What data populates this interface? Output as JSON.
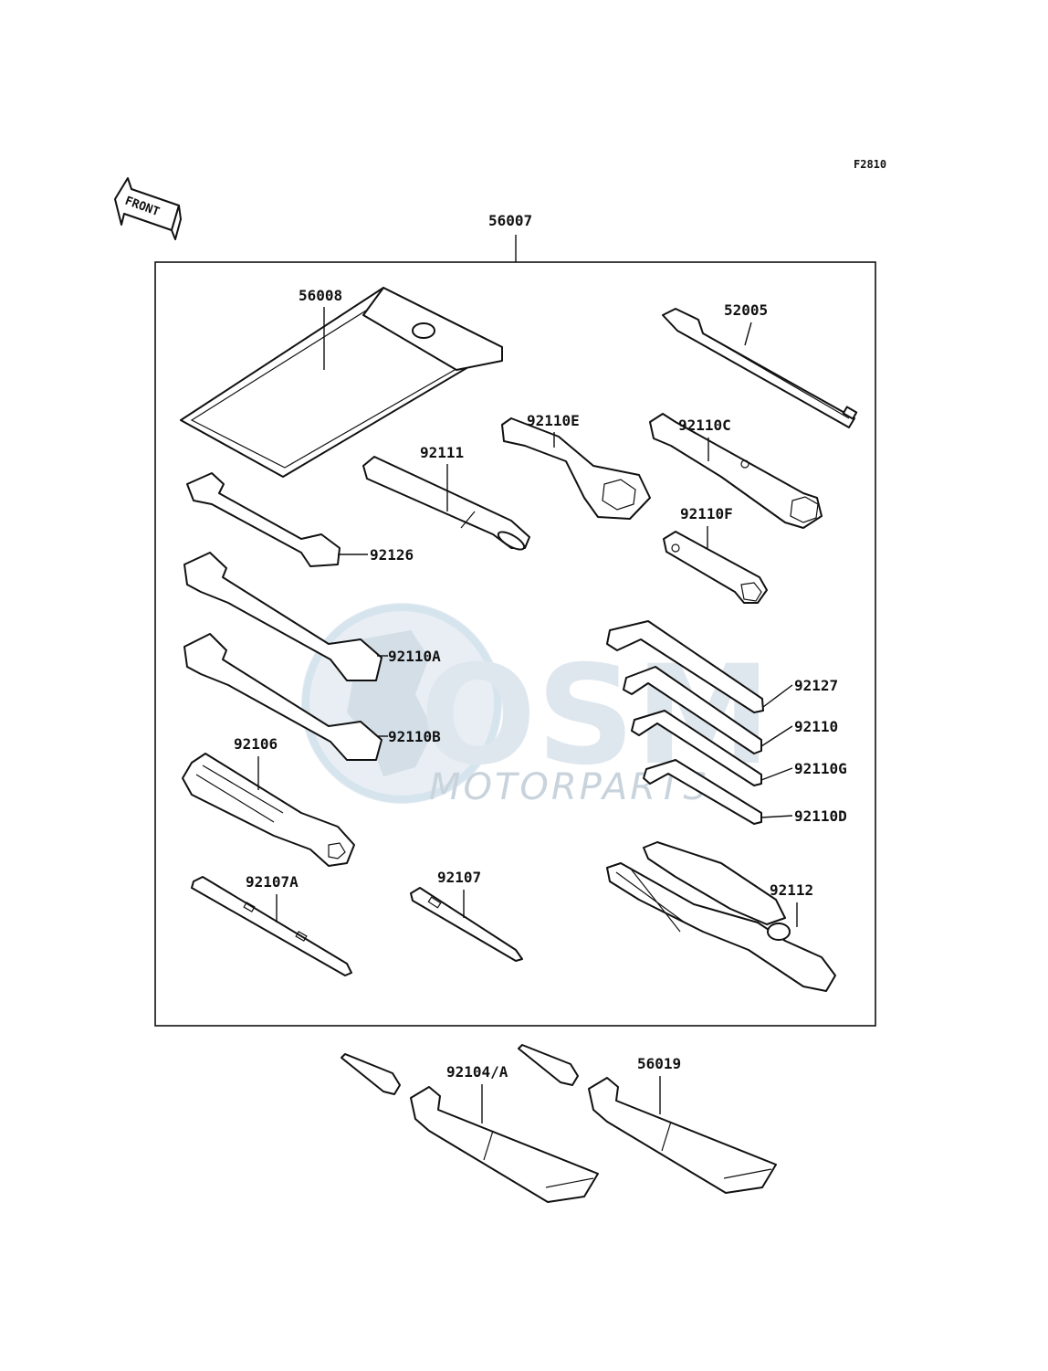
{
  "diagram_code": "F2810",
  "front_arrow_text": "FRONT",
  "watermark": {
    "brand": "OSM",
    "subtitle": "MOTORPARTS"
  },
  "kit": {
    "label": "56007"
  },
  "parts": {
    "p56008": "56008",
    "p52005": "52005",
    "p92110E": "92110E",
    "p92110C": "92110C",
    "p92111": "92111",
    "p92126": "92126",
    "p92110F": "92110F",
    "p92110A": "92110A",
    "p92127": "92127",
    "p92110": "92110",
    "p92110B": "92110B",
    "p92110G": "92110G",
    "p92106": "92106",
    "p92110D": "92110D",
    "p92107A": "92107A",
    "p92107": "92107",
    "p92112": "92112",
    "p92104A": "92104/A",
    "p56019": "56019"
  }
}
